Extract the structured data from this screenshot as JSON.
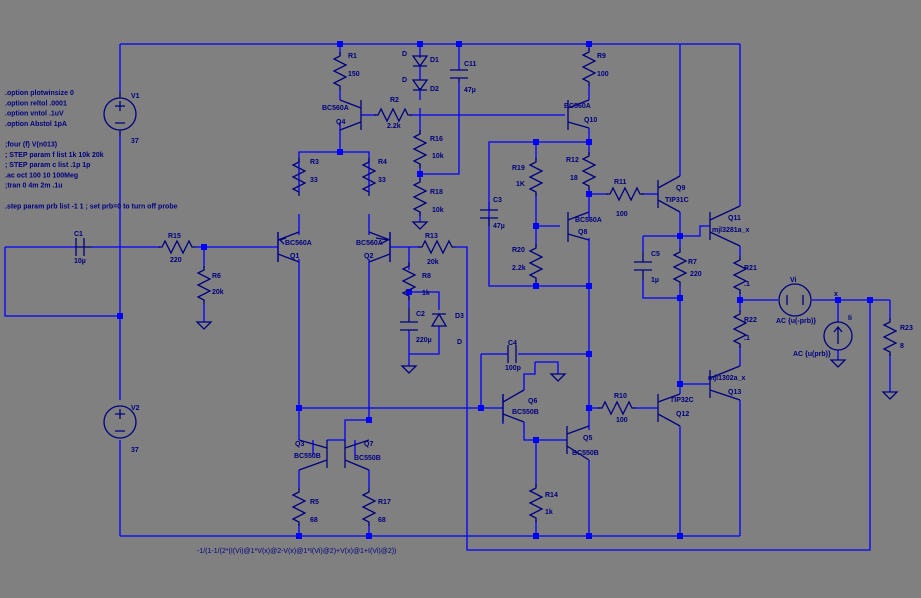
{
  "directives": [
    ".option plotwinsize 0",
    ".option reltol .0001",
    ".option vntol .1uV",
    ".option Abstol 1pA",
    "",
    ";four (f) V(n013)",
    "; STEP param f list 1k 10k 20k",
    "; STEP param c list  .1p 1p",
    ".ac oct 100 10 100Meg",
    ";tran 0 4m 2m .1u",
    "",
    ".step param prb list -1 1 ; set prb=0 to turn off probe"
  ],
  "components": {
    "V1": {
      "name": "V1",
      "value": "37"
    },
    "V2": {
      "name": "V2",
      "value": "37"
    },
    "R1": {
      "name": "R1",
      "value": "150"
    },
    "R2": {
      "name": "R2",
      "value": "2.2k"
    },
    "R3": {
      "name": "R3",
      "value": "33"
    },
    "R4": {
      "name": "R4",
      "value": "33"
    },
    "R5": {
      "name": "R5",
      "value": "68"
    },
    "R6": {
      "name": "R6",
      "value": "20k"
    },
    "R7": {
      "name": "R7",
      "value": "220"
    },
    "R8": {
      "name": "R8",
      "value": "1k"
    },
    "R9": {
      "name": "R9",
      "value": "100"
    },
    "R10": {
      "name": "R10",
      "value": "100"
    },
    "R11": {
      "name": "R11",
      "value": "100"
    },
    "R12": {
      "name": "R12",
      "value": "18"
    },
    "R13": {
      "name": "R13",
      "value": "20k"
    },
    "R14": {
      "name": "R14",
      "value": "1k"
    },
    "R15": {
      "name": "R15",
      "value": "220"
    },
    "R16": {
      "name": "R16",
      "value": "10k"
    },
    "R17": {
      "name": "R17",
      "value": "68"
    },
    "R18": {
      "name": "R18",
      "value": "10k"
    },
    "R19": {
      "name": "R19",
      "value": "1K"
    },
    "R20": {
      "name": "R20",
      "value": "2.2k"
    },
    "R21": {
      "name": "R21",
      "value": ".1"
    },
    "R22": {
      "name": "R22",
      "value": ".1"
    },
    "R23": {
      "name": "R23",
      "value": "8"
    },
    "C1": {
      "name": "C1",
      "value": "10µ"
    },
    "C2": {
      "name": "C2",
      "value": "220µ"
    },
    "C3": {
      "name": "C3",
      "value": "47µ"
    },
    "C4": {
      "name": "C4",
      "value": "100p"
    },
    "C5": {
      "name": "C5",
      "value": "1µ"
    },
    "C11": {
      "name": "C11",
      "value": "47µ"
    },
    "D1": {
      "name": "D1",
      "value": "D"
    },
    "D2": {
      "name": "D2",
      "value": "D"
    },
    "D3": {
      "name": "D3",
      "value": "D"
    },
    "Q1": {
      "name": "Q1",
      "value": "BC560A"
    },
    "Q2": {
      "name": "Q2",
      "value": "BC560A"
    },
    "Q3": {
      "name": "Q3",
      "value": "BC550B"
    },
    "Q4": {
      "name": "Q4",
      "value": "BC560A"
    },
    "Q5": {
      "name": "Q5",
      "value": "BC550B"
    },
    "Q6": {
      "name": "Q6",
      "value": "BC550B"
    },
    "Q7": {
      "name": "Q7",
      "value": "BC550B"
    },
    "Q8": {
      "name": "Q8",
      "value": "BC560A"
    },
    "Q9": {
      "name": "Q9",
      "value": "TIP31C"
    },
    "Q10": {
      "name": "Q10",
      "value": "BC560A"
    },
    "Q11": {
      "name": "Q11",
      "value": "mjl3281a_x"
    },
    "Q12": {
      "name": "Q12",
      "value": "TIP32C"
    },
    "Q13": {
      "name": "Q13",
      "value": "mjl1302a_x"
    },
    "Vi": {
      "name": "Vi",
      "value": "AC {u(-prb)}"
    },
    "Ii": {
      "name": "Ii",
      "value": "AC {u(prb)}"
    }
  },
  "formula": "-1/(1-1/(2*(I(Vi)@1*V(x)@2-V(x)@1*I(Vi)@2)+V(x)@1+I(Vi)@2))",
  "net_label_x": "x",
  "colors": {
    "background": "#808080",
    "wire": "#0000ff",
    "text": "#000080"
  }
}
